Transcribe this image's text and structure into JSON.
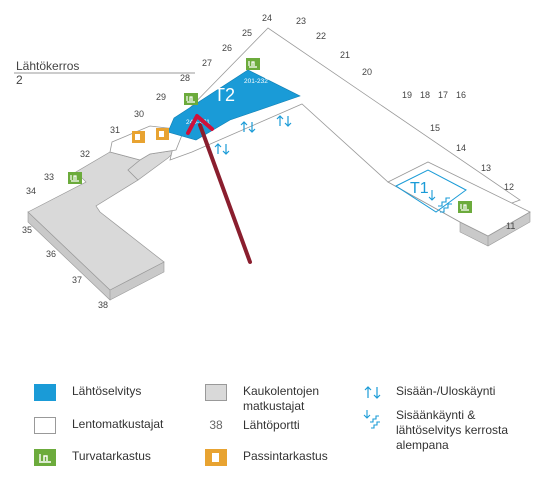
{
  "floor": {
    "label": "Lähtökerros",
    "number": "2"
  },
  "terminals": {
    "t2": {
      "name": "T2",
      "gates_main": "201-232",
      "gates_bus": "240-271"
    },
    "t1": {
      "name": "T1"
    }
  },
  "gates": [
    "11",
    "12",
    "13",
    "14",
    "15",
    "16",
    "17",
    "18",
    "19",
    "20",
    "21",
    "22",
    "23",
    "24",
    "25",
    "26",
    "27",
    "28",
    "29",
    "30",
    "31",
    "32",
    "33",
    "34",
    "35",
    "36",
    "37",
    "38"
  ],
  "legend": {
    "checkin": "Lähtöselvitys",
    "passenger_area": "Lentomatkustajat",
    "security": "Turvatarkastus",
    "long_haul": "Kaukolentojen matkustajat",
    "gate_example_number": "38",
    "gate": "Lähtöportti",
    "passport": "Passintarkastus",
    "entrance_exit": "Sisään-/Uloskäynti",
    "entrance_checkin_below": "Sisäänkäynti & lähtöselvitys kerrosta alempana"
  },
  "colors": {
    "checkin": "#1a9bd7",
    "security": "#6cab3c",
    "passport": "#e8a331",
    "long_haul": "#d9d9d9",
    "arrow": "#8a1e2e"
  }
}
